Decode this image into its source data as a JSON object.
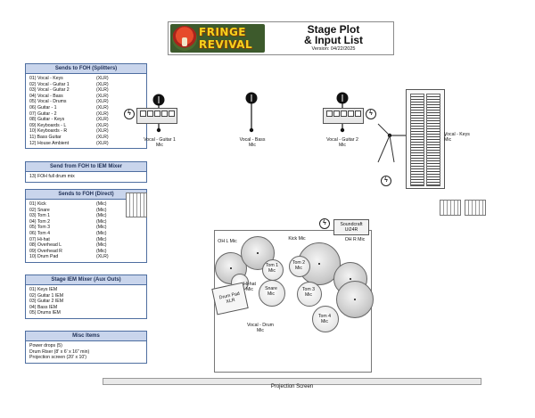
{
  "header": {
    "logo_line1": "FRINGE",
    "logo_line2": "REVIVAL",
    "title_line1": "Stage Plot",
    "title_line2": "& Input List",
    "version": "Version: 04/22/2025"
  },
  "sends_splitters": {
    "title": "Sends to FOH (Splitters)",
    "rows": [
      {
        "name": "01) Vocal - Keys",
        "type": "(XLR)"
      },
      {
        "name": "02) Vocal - Guitar 1",
        "type": "(XLR)"
      },
      {
        "name": "03) Vocal - Guitar 2",
        "type": "(XLR)"
      },
      {
        "name": "04) Vocal - Bass",
        "type": "(XLR)"
      },
      {
        "name": "05) Vocal - Drums",
        "type": "(XLR)"
      },
      {
        "name": "06) Guitar - 1",
        "type": "(XLR)"
      },
      {
        "name": "07) Guitar - 2",
        "type": "(XLR)"
      },
      {
        "name": "08) Guitar - Keys",
        "type": "(XLR)"
      },
      {
        "name": "09) Keyboards - L",
        "type": "(XLR)"
      },
      {
        "name": "10) Keyboards - R",
        "type": "(XLR)"
      },
      {
        "name": "11) Bass Guitar",
        "type": "(XLR)"
      },
      {
        "name": "12) House Ambient",
        "type": "(XLR)"
      }
    ]
  },
  "send_foh_iem": {
    "title": "Send from FOH to IEM Mixer",
    "rows": [
      {
        "name": "13) FOH full drum mix",
        "type": ""
      }
    ]
  },
  "sends_direct": {
    "title": "Sends to FOH (Direct)",
    "rows": [
      {
        "name": "01) Kick",
        "type": "(Mic)"
      },
      {
        "name": "02) Snare",
        "type": "(Mic)"
      },
      {
        "name": "03) Tom 1",
        "type": "(Mic)"
      },
      {
        "name": "04) Tom 2",
        "type": "(Mic)"
      },
      {
        "name": "05) Tom 3",
        "type": "(Mic)"
      },
      {
        "name": "06) Tom 4",
        "type": "(Mic)"
      },
      {
        "name": "07) Hi-hat",
        "type": "(Mic)"
      },
      {
        "name": "08) Overhead L",
        "type": "(Mic)"
      },
      {
        "name": "09) Overhead R",
        "type": "(Mic)"
      },
      {
        "name": "10) Drum Pad",
        "type": "(XLR)"
      }
    ]
  },
  "iem_mixer": {
    "title": "Stage IEM Mixer (Aux Outs)",
    "rows": [
      {
        "name": "01) Keys IEM",
        "type": ""
      },
      {
        "name": "02) Guitar 1 IEM",
        "type": ""
      },
      {
        "name": "03) Guitar 2 IEM",
        "type": ""
      },
      {
        "name": "04) Bass IEM",
        "type": ""
      },
      {
        "name": "05) Drums IEM",
        "type": ""
      }
    ]
  },
  "misc": {
    "title": "Misc Items",
    "rows": [
      {
        "name": "Power drops (5)",
        "type": ""
      },
      {
        "name": "Drum Riser (8' x 6' x 16\" min)",
        "type": ""
      },
      {
        "name": "Projection screen (20' x 10')",
        "type": ""
      }
    ]
  },
  "plot": {
    "guitar1_mic": "Vocal - Guitar 1\nMic",
    "bass_mic": "Vocal - Bass\nMic",
    "guitar2_mic": "Vocal - Guitar 2\nMic",
    "keys_mic": "Vocal - Keys\nMic",
    "mixer_name": "Soundcraft\nUi24R",
    "kick_mic": "Kick Mic",
    "ohl_mic": "OH L Mic",
    "ohr_mic": "OH R Mic",
    "tom1_mic": "Tom 1\nMic",
    "tom2_mic": "Tom 2\nMic",
    "hihat_mic": "Hi-hat\nMic",
    "snare_mic": "Snare\nMic",
    "tom3_mic": "Tom 3\nMic",
    "tom4_mic": "Tom 4\nMic",
    "drum_pad": "Drum Pad\nXLR",
    "drum_vocal_mic": "Vocal - Drum\nMic",
    "projection_screen": "Projection Screen"
  }
}
